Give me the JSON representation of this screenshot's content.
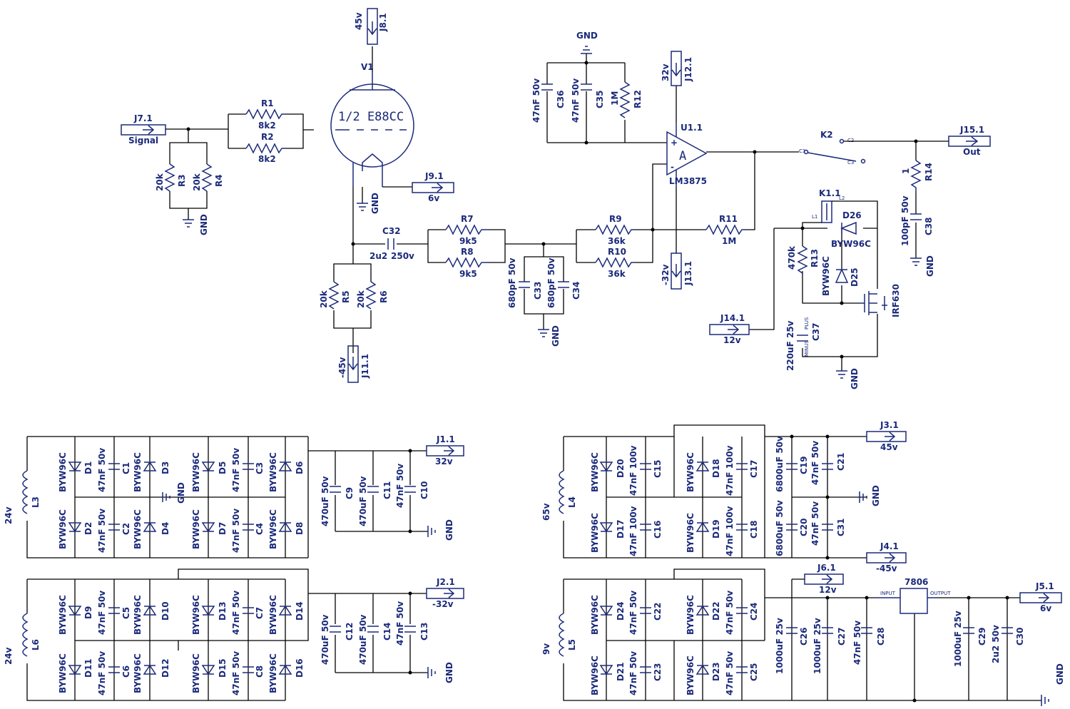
{
  "tube": {
    "ref": "V1",
    "label": "1/2 E88CC"
  },
  "opamp": {
    "ref": "U1.1",
    "part": "LM3875",
    "plus": "+",
    "minus": "-",
    "letter": "A"
  },
  "relay": {
    "ref": "K2",
    "c1": "C1",
    "c2": "C2",
    "c3": "C3"
  },
  "relay_coil": {
    "ref": "K1.1",
    "l1": "L1",
    "l2": "L2"
  },
  "regulator": {
    "part": "7806",
    "input": "INPUT",
    "output": "OUTPUT"
  },
  "connectors": [
    {
      "id": "J7.1",
      "value": "Signal"
    },
    {
      "id": "J8.1",
      "value": "45v"
    },
    {
      "id": "J9.1",
      "value": "6v"
    },
    {
      "id": "J11.1",
      "value": "-45v"
    },
    {
      "id": "J12.1",
      "value": "32v"
    },
    {
      "id": "J13.1",
      "value": "-32v"
    },
    {
      "id": "J14.1",
      "value": "12v"
    },
    {
      "id": "J15.1",
      "value": "Out"
    },
    {
      "id": "J1.1",
      "value": "32v"
    },
    {
      "id": "J2.1",
      "value": "-32v"
    },
    {
      "id": "J3.1",
      "value": "45v"
    },
    {
      "id": "J4.1",
      "value": "-45v"
    },
    {
      "id": "J5.1",
      "value": "6v"
    },
    {
      "id": "J6.1",
      "value": "12v"
    }
  ],
  "resistors": [
    {
      "ref": "R1",
      "value": "8k2"
    },
    {
      "ref": "R2",
      "value": "8k2"
    },
    {
      "ref": "R3",
      "value": "20k"
    },
    {
      "ref": "R4",
      "value": "20k"
    },
    {
      "ref": "R5",
      "value": "20k"
    },
    {
      "ref": "R6",
      "value": "20k"
    },
    {
      "ref": "R7",
      "value": "9k5"
    },
    {
      "ref": "R8",
      "value": "9k5"
    },
    {
      "ref": "R9",
      "value": "36k"
    },
    {
      "ref": "R10",
      "value": "36k"
    },
    {
      "ref": "R11",
      "value": "1M"
    },
    {
      "ref": "R12",
      "value": "1M"
    },
    {
      "ref": "R13",
      "value": "470k"
    },
    {
      "ref": "R14",
      "value": "1"
    }
  ],
  "capacitors_signal": [
    {
      "ref": "C32",
      "value": "2u2",
      "rating": "250v"
    },
    {
      "ref": "C33",
      "value": "680pF 50v"
    },
    {
      "ref": "C34",
      "value": "680pF 50v"
    },
    {
      "ref": "C35",
      "value": "47nF 50v"
    },
    {
      "ref": "C36",
      "value": "47nF 50v"
    },
    {
      "ref": "C37",
      "value": "220uF 25v"
    },
    {
      "ref": "C38",
      "value": "100pF 50v"
    }
  ],
  "diodes_signal": [
    {
      "ref": "D25",
      "value": "BYW96C"
    },
    {
      "ref": "D26",
      "value": "BYW96C"
    }
  ],
  "mosfet": {
    "part": "IRF630"
  },
  "gnd_label": "GND",
  "plus_label": "PLUS",
  "minus_label": "MINUS",
  "diode_part": "BYW96C",
  "psu": [
    {
      "name": "psu-32v",
      "inductor": {
        "ref": "L3",
        "value": "24v"
      },
      "diodes": [
        "D1",
        "D2",
        "D3",
        "D4",
        "D5",
        "D6",
        "D7",
        "D8"
      ],
      "caps": [
        {
          "ref": "C1",
          "value": "47nF 50v"
        },
        {
          "ref": "C2",
          "value": "47nF 50v"
        },
        {
          "ref": "C3",
          "value": "47nF 50v"
        },
        {
          "ref": "C4",
          "value": "47nF 50v"
        }
      ],
      "filter": [
        {
          "ref": "C9",
          "value": "470uF 50v"
        },
        {
          "ref": "C11",
          "value": "470uF 50v"
        },
        {
          "ref": "C10",
          "value": "47nF 50v"
        }
      ]
    },
    {
      "name": "psu-minus32v",
      "inductor": {
        "ref": "L6",
        "value": "24v"
      },
      "diodes": [
        "D9",
        "D11",
        "D10",
        "D12",
        "D13",
        "D15",
        "D14",
        "D16"
      ],
      "caps": [
        {
          "ref": "C5",
          "value": "47nF 50v"
        },
        {
          "ref": "C6",
          "value": "47nF 50v"
        },
        {
          "ref": "C7",
          "value": "47nF 50v"
        },
        {
          "ref": "C8",
          "value": "47nF 50v"
        }
      ],
      "filter": [
        {
          "ref": "C12",
          "value": "470uF 50v"
        },
        {
          "ref": "C14",
          "value": "470uF 50v"
        },
        {
          "ref": "C13",
          "value": "47nF 50v"
        }
      ]
    },
    {
      "name": "psu-45v",
      "inductor": {
        "ref": "L4",
        "value": "65v"
      },
      "diodes": [
        "D20",
        "D17",
        "D18",
        "D19"
      ],
      "caps": [
        {
          "ref": "C15",
          "value": "47nF 100v"
        },
        {
          "ref": "C16",
          "value": "47nF 100v"
        },
        {
          "ref": "C17",
          "value": "47nF 100v"
        },
        {
          "ref": "C18",
          "value": "47nF 100v"
        }
      ],
      "filter": [
        {
          "ref": "C19",
          "value": "6800uF 50v"
        },
        {
          "ref": "C20",
          "value": "6800uF 50v"
        },
        {
          "ref": "C21",
          "value": "47nF 50v"
        },
        {
          "ref": "C31",
          "value": "47nF 50v"
        }
      ]
    },
    {
      "name": "psu-6v",
      "inductor": {
        "ref": "L5",
        "value": "9v"
      },
      "diodes": [
        "D24",
        "D21",
        "D22",
        "D23"
      ],
      "caps": [
        {
          "ref": "C22",
          "value": "47nF 50v"
        },
        {
          "ref": "C23",
          "value": "47nF 50v"
        },
        {
          "ref": "C24",
          "value": "47nF 50v"
        },
        {
          "ref": "C25",
          "value": "47nF 50v"
        }
      ],
      "filter": [
        {
          "ref": "C26",
          "value": "1000uF 25v"
        },
        {
          "ref": "C27",
          "value": "1000uF 25v"
        },
        {
          "ref": "C28",
          "value": "47nF 50v"
        },
        {
          "ref": "C29",
          "value": "1000uF 25v"
        },
        {
          "ref": "C30",
          "value": "2u2 50v"
        }
      ]
    }
  ]
}
